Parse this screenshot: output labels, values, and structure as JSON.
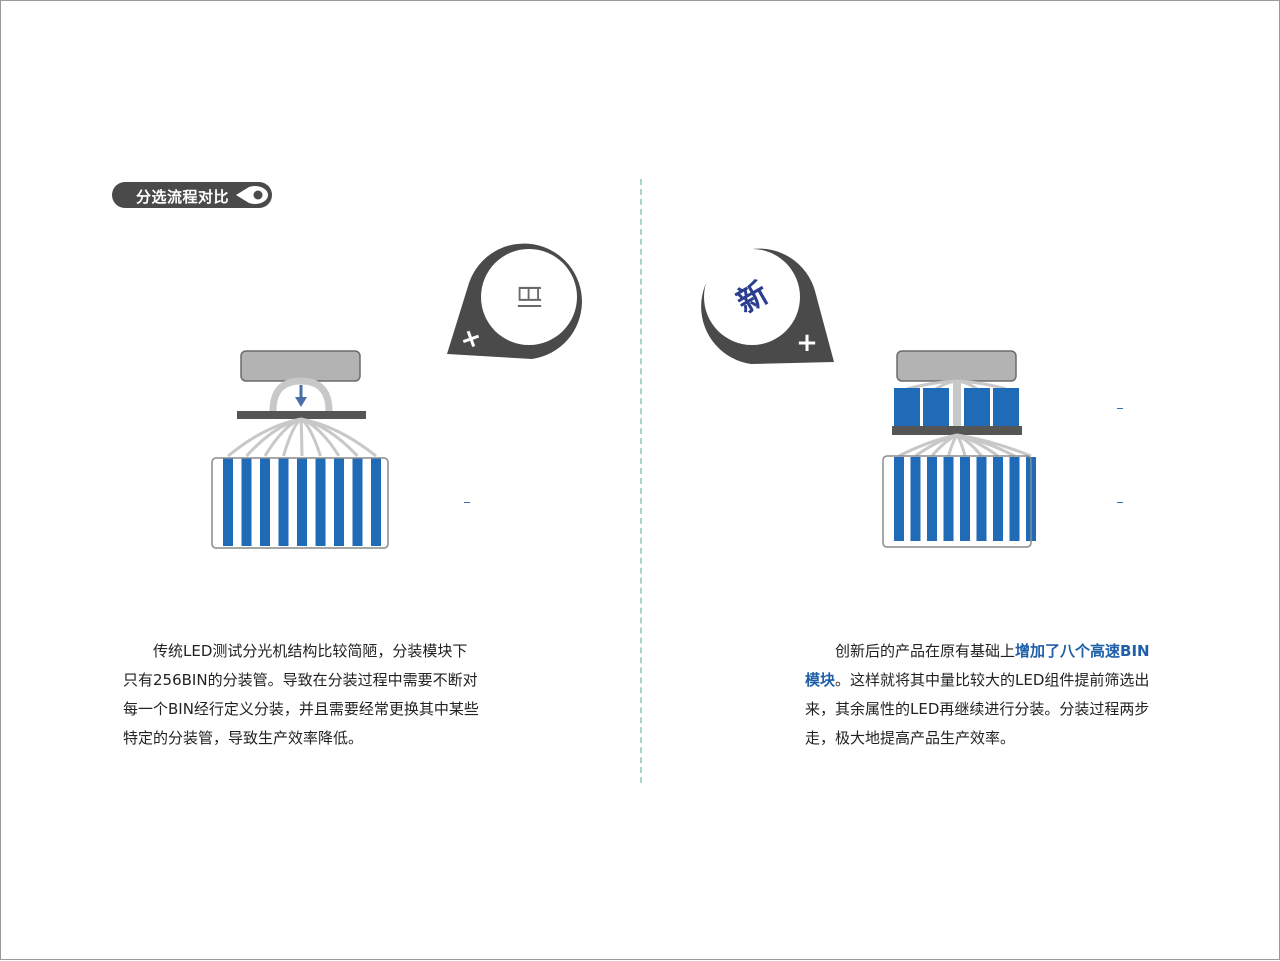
{
  "header": {
    "title": "分选流程对比"
  },
  "badges": {
    "old": {
      "label": "旧",
      "symbol": "+"
    },
    "new": {
      "label": "新",
      "symbol": "+"
    }
  },
  "descriptions": {
    "old": "传统LED测试分光机结构比较简陋，分装模块下只有256BIN的分装管。导致在分装过程中需要不断对每一个BIN经行定义分装，并且需要经常更换其中某些特定的分装管，导致生产效率降低。",
    "new_pre": "创新后的产品在原有基础上",
    "new_highlight": "增加了八个高速BIN模块",
    "new_post": "。这样就将其中量比较大的LED组件提前筛选出来，其余属性的LED再继续进行分装。分装过程两步走，极大地提高产品生产效率。"
  },
  "colors": {
    "dark": "#4a4a4a",
    "blue": "#1f6bb8",
    "highlight": "#1f5fa8",
    "gray": "#b3b3b3",
    "newLabel": "#2b3d8f"
  }
}
